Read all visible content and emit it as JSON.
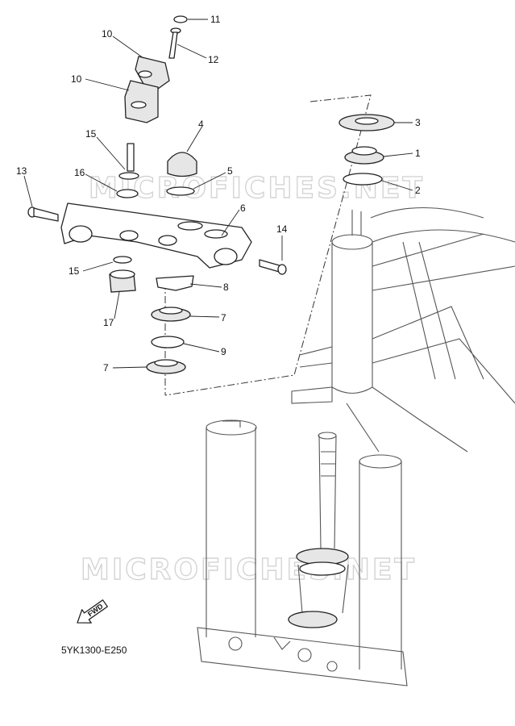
{
  "diagram": {
    "watermark": "MICROFICHES.NET",
    "drawing_code": "5YK1300-E250",
    "fwd_label": "FWD",
    "callouts": [
      "1",
      "2",
      "3",
      "4",
      "5",
      "6",
      "7",
      "7",
      "8",
      "9",
      "10",
      "10",
      "11",
      "12",
      "13",
      "14",
      "15",
      "15",
      "16",
      "17"
    ]
  },
  "colors": {
    "line": "#222222",
    "watermark": "#d4d4d4",
    "background": "#ffffff"
  }
}
